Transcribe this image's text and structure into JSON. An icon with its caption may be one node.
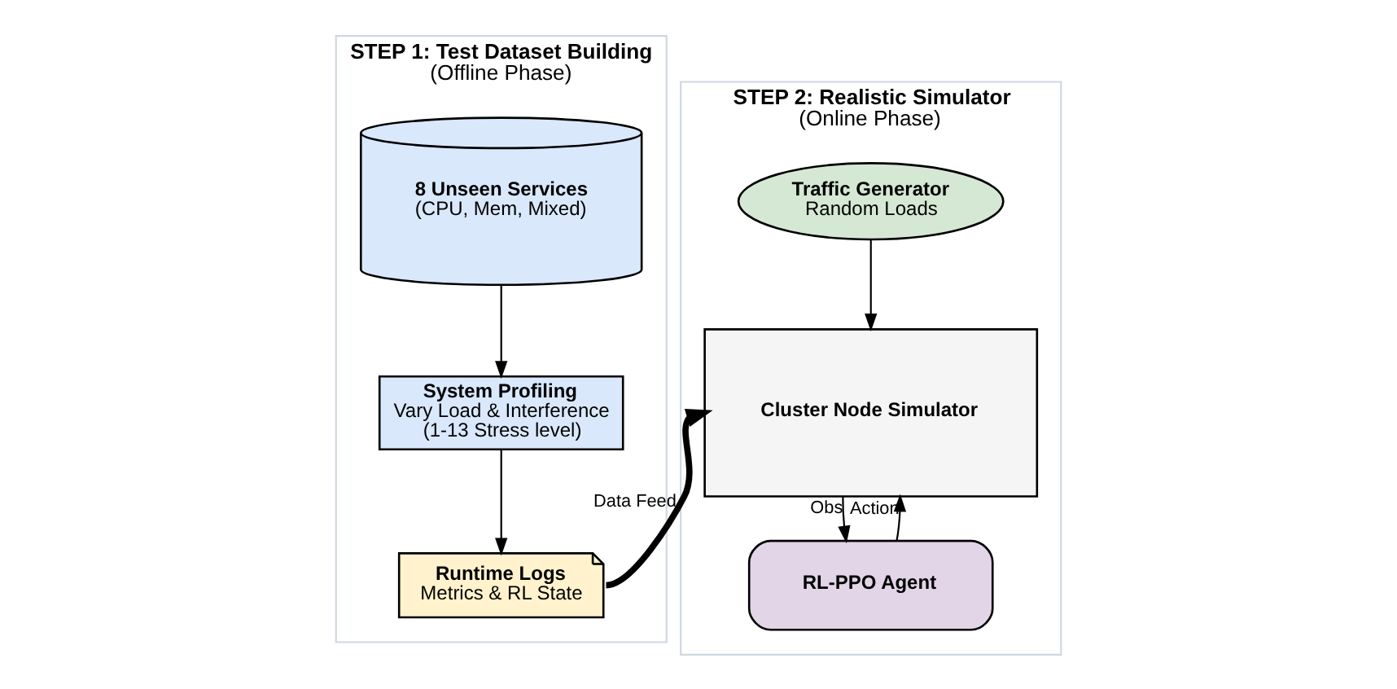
{
  "diagram": {
    "nodes": [
      {
        "text": [
          "STEP 1: Test Dataset Building",
          "(Offline Phase)"
        ]
      },
      {
        "text": [
          "8 Unseen Services",
          "(CPU, Mem, Mixed)"
        ],
        "in": 0
      },
      {
        "text": [
          "System Profiling",
          "Vary Load & Interference (1-13 Stress level)"
        ],
        "in": 0
      },
      {
        "text": [
          "Runtime Logs",
          "Metrics & RL State"
        ],
        "in": 0
      },
      {
        "text": [
          "STEP 2: Realistic Simulator",
          "(Online Phase)"
        ]
      },
      {
        "text": [
          "Traffic Generator",
          "Random Loads"
        ],
        "in": 4
      },
      {
        "text": [
          "Cluster Node Simulator"
        ],
        "in": 4
      },
      {
        "text": [
          "RL-PPO Agent"
        ],
        "in": 4
      }
    ],
    "edges": [
      {
        "from": 1,
        "to": 2,
        "arrow": "to"
      },
      {
        "from": 2,
        "to": 3,
        "arrow": "to"
      },
      {
        "from": 3,
        "to": 6,
        "arrow": "to",
        "label": "Data Feed",
        "style": "thick"
      },
      {
        "from": 5,
        "to": 6,
        "arrow": "to"
      },
      {
        "from": 6,
        "to": 7,
        "arrow": "to",
        "label": "Obs"
      },
      {
        "from": 7,
        "to": 6,
        "arrow": "to",
        "label": "Action"
      }
    ]
  }
}
